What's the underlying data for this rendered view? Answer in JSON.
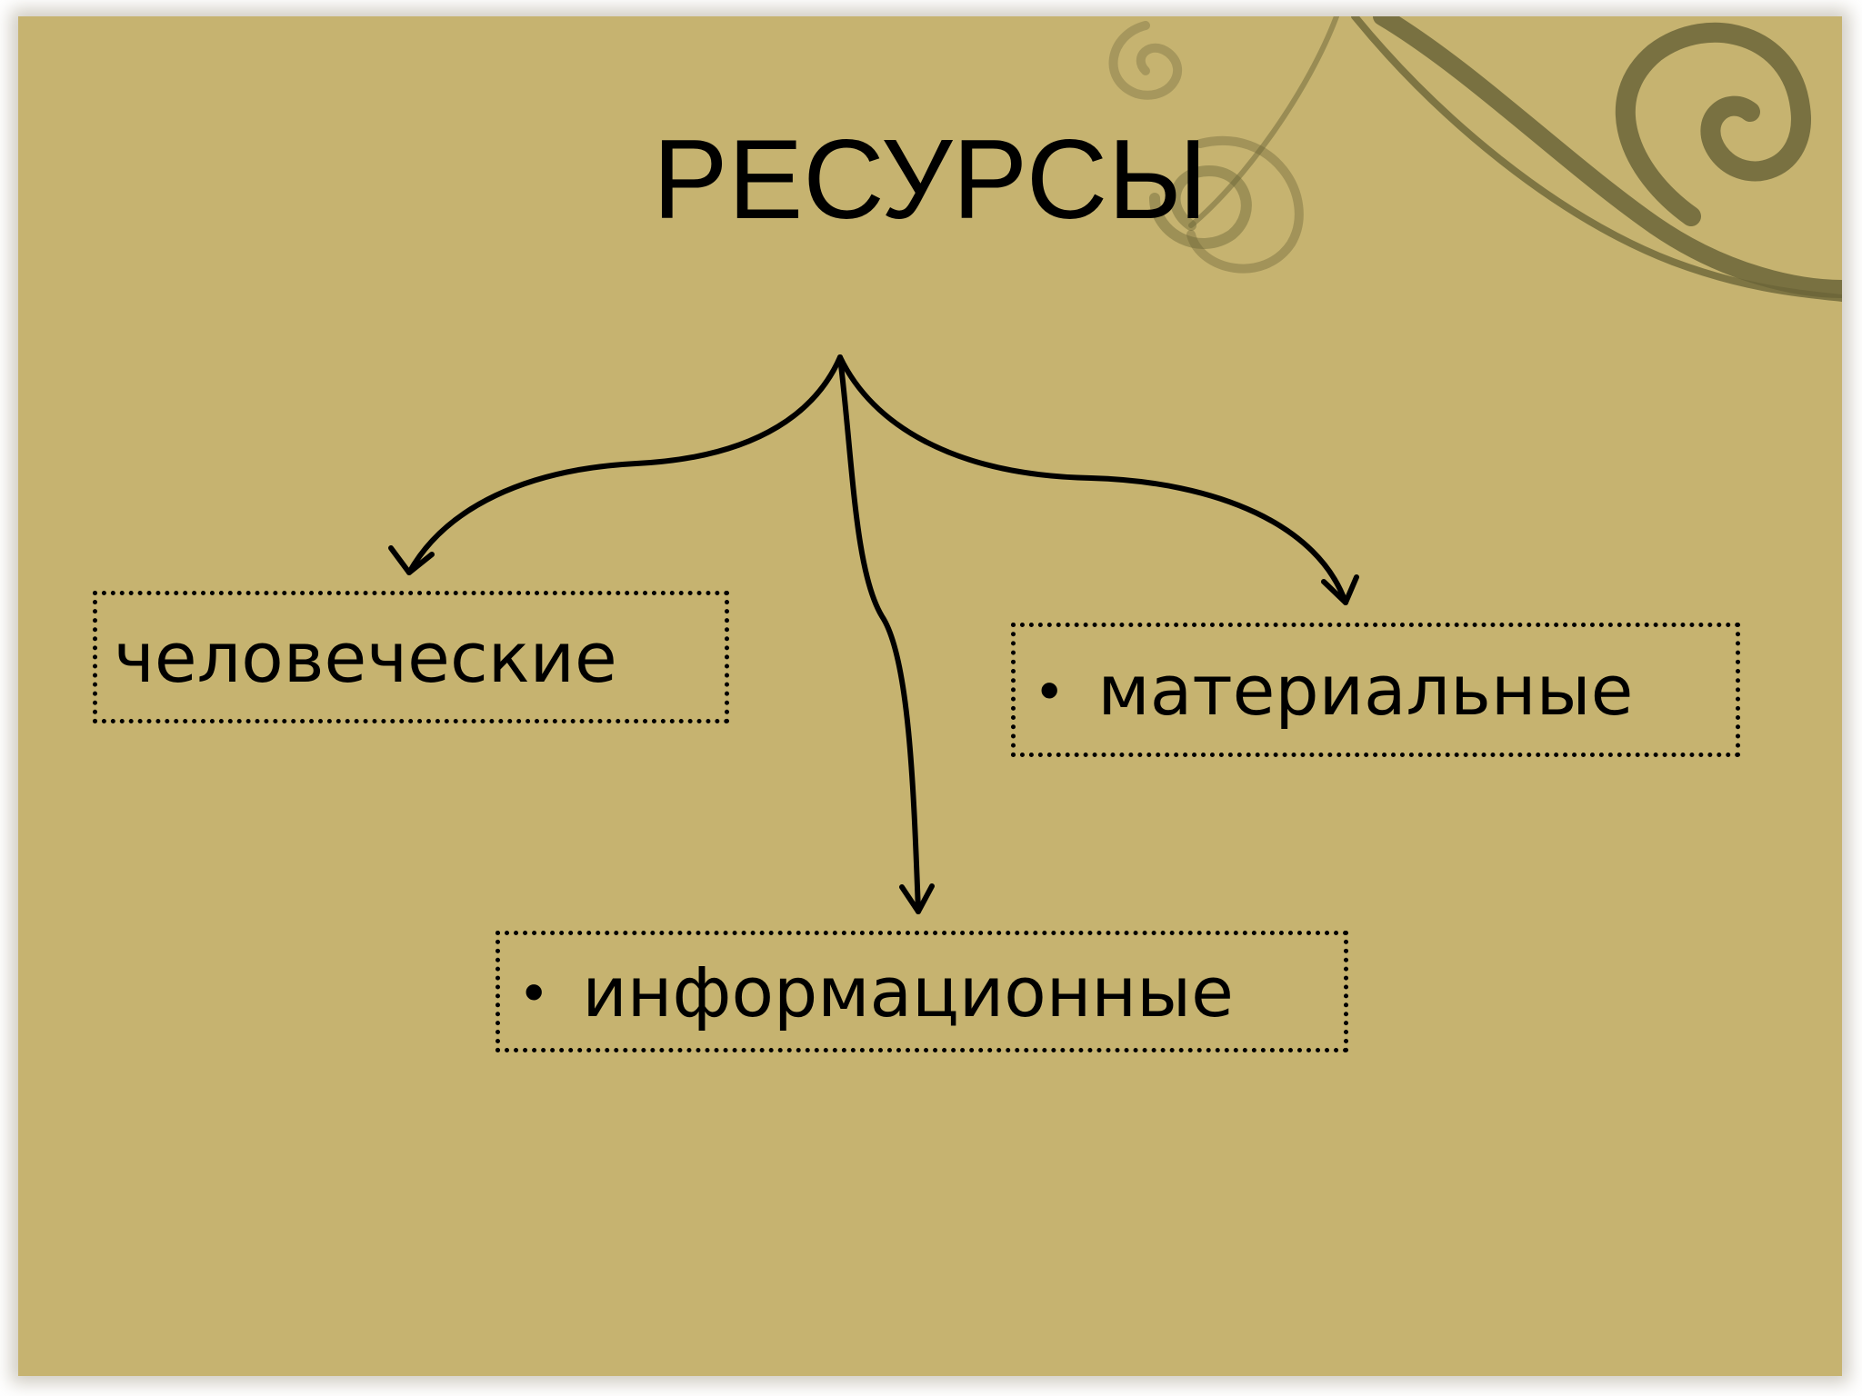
{
  "slide": {
    "title": "РЕСУРСЫ",
    "background_color": "#c6b370",
    "ornament_color": "#5e5a30",
    "items": [
      {
        "label": "человеческие",
        "bullet": ""
      },
      {
        "label": "материальные",
        "bullet": "•"
      },
      {
        "label": "информационные",
        "bullet": "•"
      }
    ]
  }
}
